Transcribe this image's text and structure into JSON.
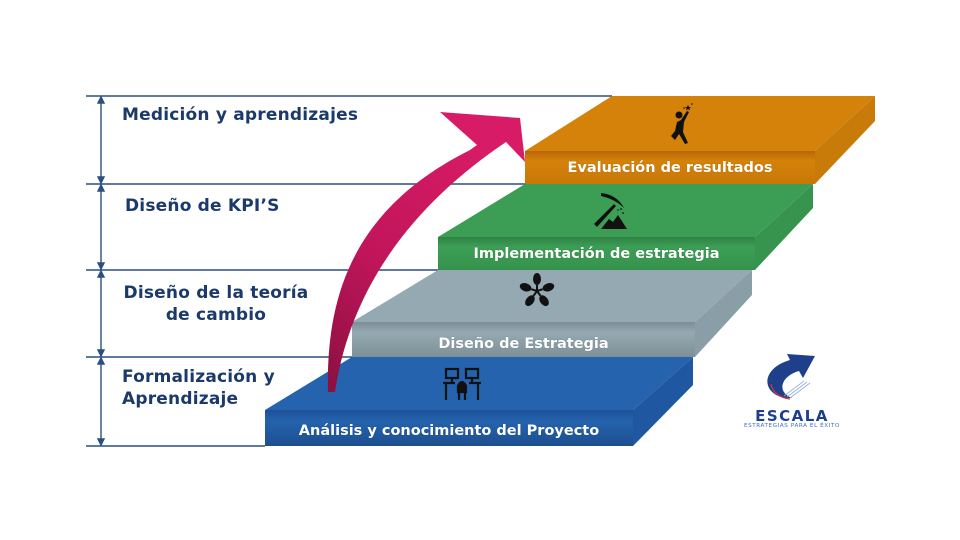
{
  "diagram": {
    "type": "staircase-process",
    "left_labels": [
      {
        "text": "Medición y aprendizajes"
      },
      {
        "text": "Diseño de KPI’S"
      },
      {
        "line1": "Diseño de la teoría",
        "line2": "de cambio"
      },
      {
        "line1": "Formalización y",
        "line2": "Aprendizaje"
      }
    ],
    "steps": [
      {
        "label": "Análisis y conocimiento del Proyecto",
        "icon": "workstation-icon",
        "color": "#2563ae"
      },
      {
        "label": "Diseño de Estrategia",
        "icon": "hands-star-icon",
        "color": "#95a9b2"
      },
      {
        "label": "Implementación de estrategia",
        "icon": "pickaxe-mountain-icon",
        "color": "#3c9e55"
      },
      {
        "label": "Evaluación de resultados",
        "icon": "jumping-person-icon",
        "color": "#d4820a"
      }
    ],
    "arrow": {
      "icon": "curved-up-arrow-icon",
      "color": "#d01862"
    },
    "guide_color": "#2a4f80"
  },
  "logo": {
    "name": "ESCALA",
    "tagline": "ESTRATEGIAS PARA EL ÉXITO",
    "primary_color": "#1e3f8a",
    "accent_color": "#d8343c"
  }
}
